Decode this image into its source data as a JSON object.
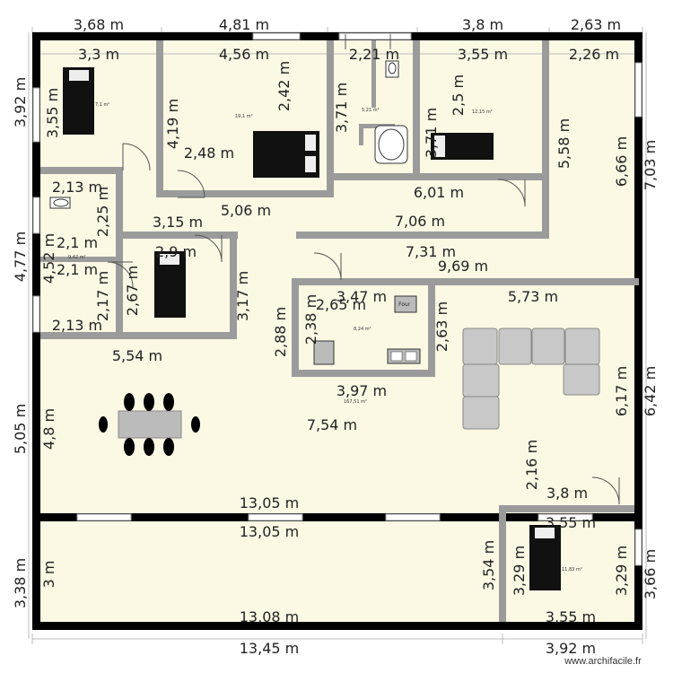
{
  "colors": {
    "floor": "#fbf8e4",
    "outer_wall": "#000000",
    "inner_wall": "#9b9b9b",
    "dim_line": "#bdbdbd",
    "dim_text": "#222222",
    "furniture": "#c8c8c8"
  },
  "dimensions": {
    "top_1": "3,68 m",
    "top_2": "4,81 m",
    "top_3": "3,8 m",
    "top_4": "2,63 m",
    "r1_w": "3,3 m",
    "r2_w": "4,56 m",
    "wc_w": "2,21 m",
    "bath_w": "3,55 m",
    "r_hall_w": "2,26 m",
    "left_392": "3,92 m",
    "r1_h": "3,55 m",
    "r2_h": "4,19 m",
    "r2_h2": "2,42 m",
    "wc_h": "3,71 m",
    "bath_h": "3,71 m",
    "bath_h2": "2,5 m",
    "hall_h": "5,58 m",
    "right_666": "6,66 m",
    "right_703": "7,03 m",
    "r2_small": "2,48 m",
    "wc2_w1": "2,13 m",
    "wc2_h": "2,25 m",
    "corr_601": "6,01 m",
    "r2_506": "5,06 m",
    "corr_315": "3,15 m",
    "corr_706": "7,06 m",
    "left_477": "4,77 m",
    "left_452": "4,52 m",
    "wc2_21a": "2,1 m",
    "wc2_21b": "2,1 m",
    "r3_w": "2,9 m",
    "corr_731": "7,31 m",
    "corr_969": "9,69 m",
    "left_217": "2,17 m",
    "r3_267": "2,67 m",
    "r3_317": "3,17 m",
    "k_347": "3,47 m",
    "k_265": "2,65 m",
    "right_573": "5,73 m",
    "wc3_213": "2,13 m",
    "k_288": "2,88 m",
    "k_238": "2,38 m",
    "k_263": "2,63 m",
    "liv_554": "5,54 m",
    "k_397": "3,97 m",
    "right_617": "6,17 m",
    "right_642": "6,42 m",
    "left_505": "5,05 m",
    "left_48": "4,8 m",
    "liv_754": "7,54 m",
    "r5_216": "2,16 m",
    "r5_38": "3,8 m",
    "mid_1305a": "13,05 m",
    "mid_1305b": "13,05 m",
    "r5_355a": "3,55 m",
    "left_338": "3,38 m",
    "left_3": "3 m",
    "gar_354": "3,54 m",
    "r5_329a": "3,29 m",
    "r5_329b": "3,29 m",
    "right_366": "3,66 m",
    "gar_1308": "13,08 m",
    "r5_355b": "3,55 m",
    "bot_1345": "13,45 m",
    "bot_392": "3,92 m"
  },
  "areas": {
    "room1": "7,1 m²",
    "room2": "19,1 m²",
    "wc": "5,21 m²",
    "bath_room": "12,15 m²",
    "wc2": "9,42 m²",
    "kitchen": "8,24 m²",
    "living": "167,51 m²",
    "room5": "11,83 m²"
  },
  "appliances": {
    "oven": "Four"
  },
  "brand": "www.archifacile.fr"
}
